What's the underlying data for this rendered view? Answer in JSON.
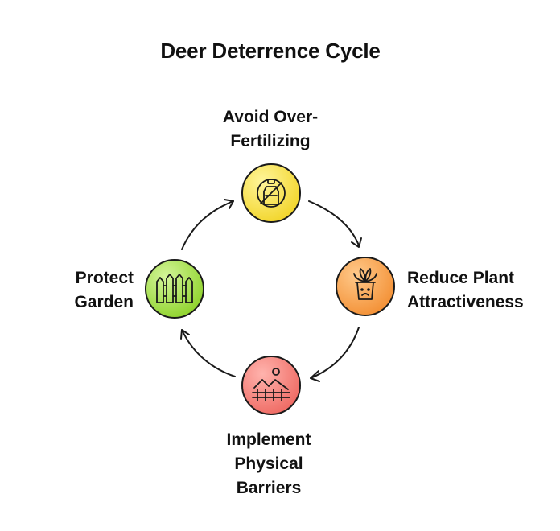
{
  "title": "Deer Deterrence Cycle",
  "nodes": [
    {
      "id": "top",
      "label": "Avoid Over-\nFertilizing",
      "icon": "no-fertilizer-icon",
      "color": "#f9e547"
    },
    {
      "id": "right",
      "label": "Reduce Plant\nAttractiveness",
      "icon": "plant-pot-sad-icon",
      "color": "#f7a44f"
    },
    {
      "id": "bottom",
      "label": "Implement\nPhysical\nBarriers",
      "icon": "landscape-fence-icon",
      "color": "#f5807a"
    },
    {
      "id": "left",
      "label": "Protect\nGarden",
      "icon": "picket-fence-icon",
      "color": "#a6e04a"
    }
  ],
  "colors": {
    "stroke": "#1a1a1a",
    "background": "#ffffff"
  }
}
